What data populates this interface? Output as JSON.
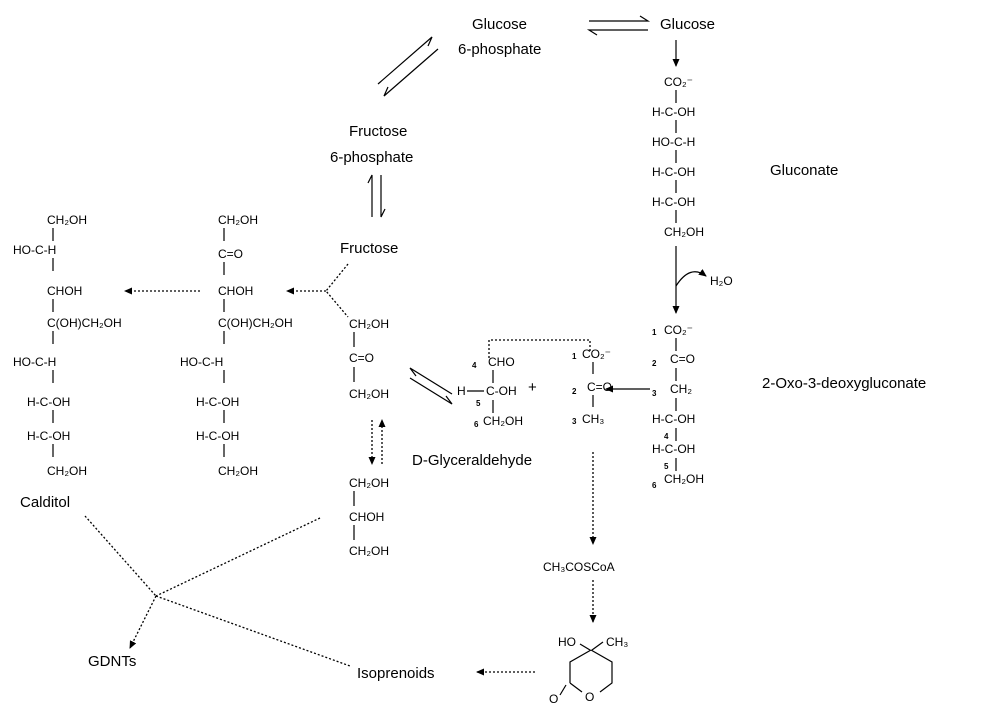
{
  "labels": {
    "glucose6p_1": "Glucose",
    "glucose6p_2": "6-phosphate",
    "glucose": "Glucose",
    "fructose6p_1": "Fructose",
    "fructose6p_2": "6-phosphate",
    "fructose": "Fructose",
    "gluconate": "Gluconate",
    "h2o": "H₂O",
    "oxo": "2-Oxo-3-deoxygluconate",
    "glyceraldehyde": "D-Glyceraldehyde",
    "calditol": "Calditol",
    "gdnts": "GDNTs",
    "isoprenoids": "Isoprenoids",
    "acetylcoa": "CH₃COSCoA",
    "plus": "+"
  },
  "gluconate": {
    "carboxyl": "CO₂⁻",
    "c2": "H-C-OH",
    "c3": "HO-C-H",
    "c4": "H-C-OH",
    "c5": "H-C-OH",
    "c6": "CH₂OH"
  },
  "kdg": {
    "n1": "1",
    "carboxyl": "CO₂⁻",
    "n2": "2",
    "c2": "C=O",
    "n3": "3",
    "c3": "CH₂",
    "n4": "4",
    "c4": "H-C-OH",
    "n5": "5",
    "c5": "H-C-OH",
    "n6": "6",
    "c6": "CH₂OH"
  },
  "pyruvate": {
    "n1": "1",
    "c1": "CO₂⁻",
    "n2": "2",
    "c2": "C=O",
    "n3": "3",
    "c3": "CH₃"
  },
  "glyceraldehyde_struct": {
    "n4": "4",
    "c4": "CHO",
    "h": "H",
    "n5": "5",
    "c5": "C-OH",
    "n6": "6",
    "c6": "CH₂OH"
  },
  "dha": {
    "c1": "CH₂OH",
    "c2": "C=O",
    "c3": "CH₂OH"
  },
  "glycerol": {
    "c1": "CH₂OH",
    "c2": "CHOH",
    "c3": "CH₂OH"
  },
  "calditol_struct": {
    "r1": "CH₂OH",
    "r2": "HO-C-H",
    "r3": "CHOH",
    "r4": "C(OH)CH₂OH",
    "r5": "HO-C-H",
    "r6": "H-C-OH",
    "r7": "H-C-OH",
    "r8": "CH₂OH"
  },
  "ketose_struct": {
    "r1": "CH₂OH",
    "r2": "C=O",
    "r3": "CHOH",
    "r4": "C(OH)CH₂OH",
    "r5": "HO-C-H",
    "r6": "H-C-OH",
    "r7": "H-C-OH",
    "r8": "CH₂OH"
  },
  "lactone": {
    "ho": "HO",
    "ch3": "CH₃",
    "o_carbonyl": "O",
    "o_ring": "O"
  }
}
